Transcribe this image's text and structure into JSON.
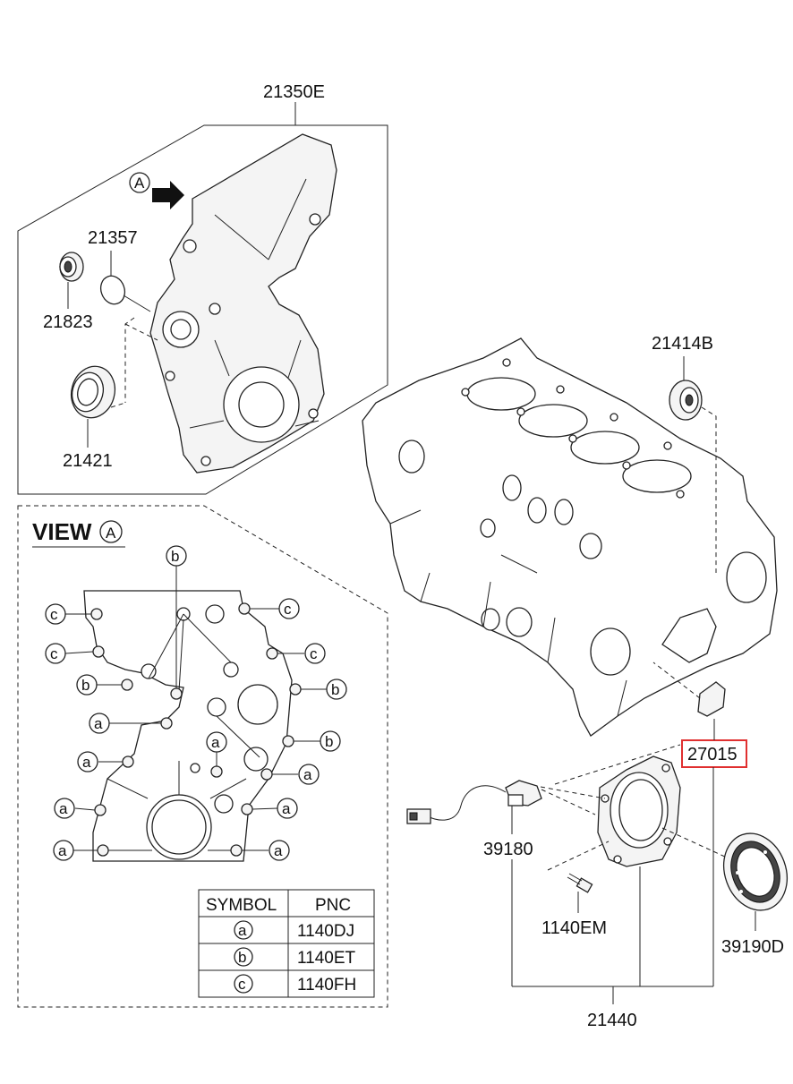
{
  "diagram": {
    "part_labels": {
      "cover_assy": "21350E",
      "oring": "21357",
      "seal_small": "21823",
      "seal_large": "21421",
      "pin": "21414B",
      "highlighted": "27015",
      "sensor": "39180",
      "bolt": "1140EM",
      "target_wheel": "39190D",
      "rear_seal_assy": "21440"
    },
    "arrow_marker": "A",
    "view_title": "VIEW",
    "view_marker": "A",
    "callouts": {
      "a": "a",
      "b": "b",
      "c": "c"
    },
    "table": {
      "headers": [
        "SYMBOL",
        "PNC"
      ],
      "rows": [
        {
          "symbol": "a",
          "pnc": "1140DJ"
        },
        {
          "symbol": "b",
          "pnc": "1140ET"
        },
        {
          "symbol": "c",
          "pnc": "1140FH"
        }
      ]
    },
    "highlight_color": "#e03030"
  }
}
